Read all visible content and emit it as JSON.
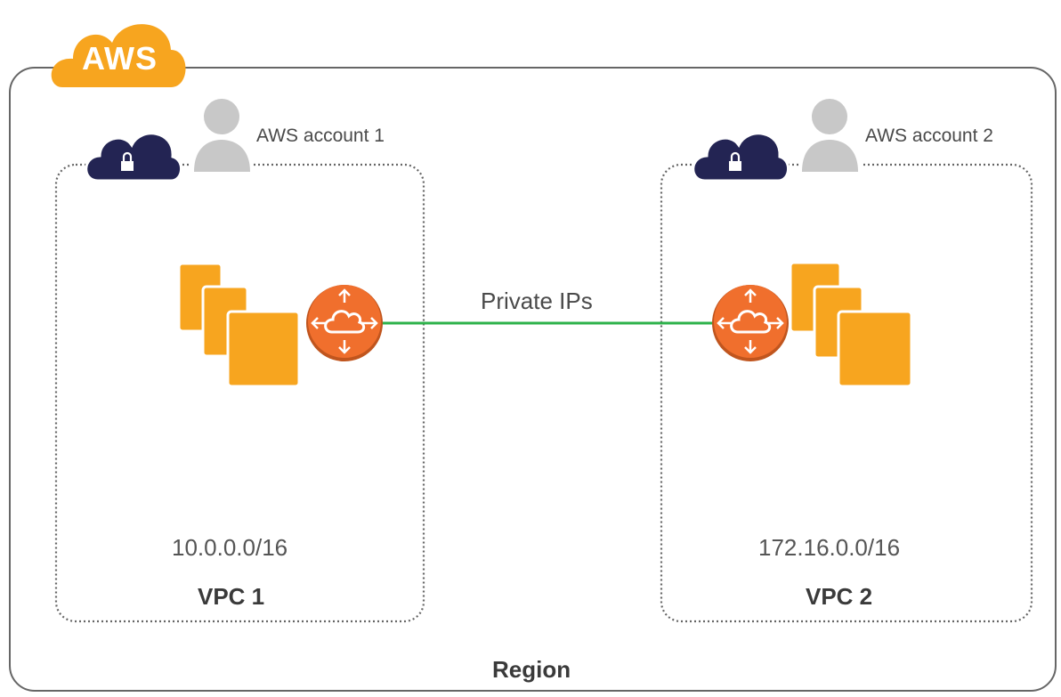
{
  "provider": {
    "label": "AWS",
    "icon": "aws-cloud-icon",
    "color": "#f7a51f"
  },
  "region": {
    "label": "Region"
  },
  "connection": {
    "label": "Private IPs",
    "color": "#2db24a"
  },
  "vpcs": [
    {
      "account_label": "AWS account 1",
      "cidr": "10.0.0.0/16",
      "name": "VPC 1"
    },
    {
      "account_label": "AWS account 2",
      "cidr": "172.16.0.0/16",
      "name": "VPC 2"
    }
  ],
  "icons": {
    "user": "user-icon",
    "vpc": "vpc-lock-cloud-icon",
    "instances": "ec2-instances-icon",
    "router": "router-icon"
  },
  "colors": {
    "vpc_cloud": "#232453",
    "instances": "#f7a51f",
    "router": "#f06f2d",
    "user": "#c8c8c8",
    "border": "#555555"
  }
}
